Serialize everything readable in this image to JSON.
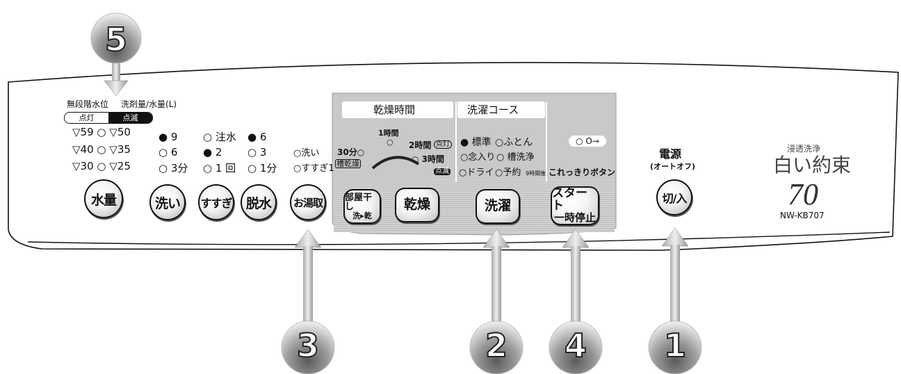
{
  "callouts": {
    "c1": "1",
    "c2": "2",
    "c3": "3",
    "c4": "4",
    "c5": "5"
  },
  "water": {
    "title_a": "無段階水位",
    "title_b": "洗剤量/水量(L)",
    "tab_lit": "点灯",
    "tab_blink": "点滅",
    "row1": "59 ○",
    "row1b": "50",
    "row2": "40 ○",
    "row2b": "35",
    "row3": "30 ○",
    "row3b": "25",
    "button": "水量"
  },
  "wash": {
    "r1": "● 9",
    "r2": "○ 6",
    "r3": "○ 3分",
    "button": "洗い"
  },
  "rinse": {
    "r1": "○ 注水",
    "r2": "● 2",
    "r3": "○ 1 回",
    "button": "すすぎ"
  },
  "spin": {
    "r1": "● 6",
    "r2": "○ 3",
    "r3": "○ 1分",
    "button": "脱水"
  },
  "hotwater": {
    "r1": "○洗い",
    "r2": "○すすぎ1",
    "button": "お湯取"
  },
  "dry": {
    "header": "乾燥時間",
    "t1": "1時間",
    "t2": "2時間",
    "t2_tag": "点灯",
    "t30": "30分○",
    "t30_tag": "槽乾燥",
    "t3": "○ 3時間",
    "t3_tag": "点滅",
    "btn_heya_1": "部屋干し",
    "btn_heya_2": "洗▸乾",
    "btn_dry": "乾燥"
  },
  "course": {
    "header": "洗濯コース",
    "r1a": "● 標準",
    "r1b": "○ふとん",
    "r2a": "○念入り",
    "r2b": "○ 槽洗浄",
    "r3a": "○ドライ",
    "r3b": "○予約",
    "r3c": "9時間後",
    "button": "洗濯"
  },
  "lock": {
    "icon": "key-icon",
    "label": "これっきりボタン"
  },
  "start": {
    "line1": "スタート",
    "line2": "一時停止"
  },
  "power": {
    "label1": "電源",
    "label2": "(オートオフ)",
    "button": "切/入"
  },
  "brand": {
    "sub": "浸透洗浄",
    "name": "白い約束",
    "capacity": "70",
    "model": "NW-KB707"
  }
}
